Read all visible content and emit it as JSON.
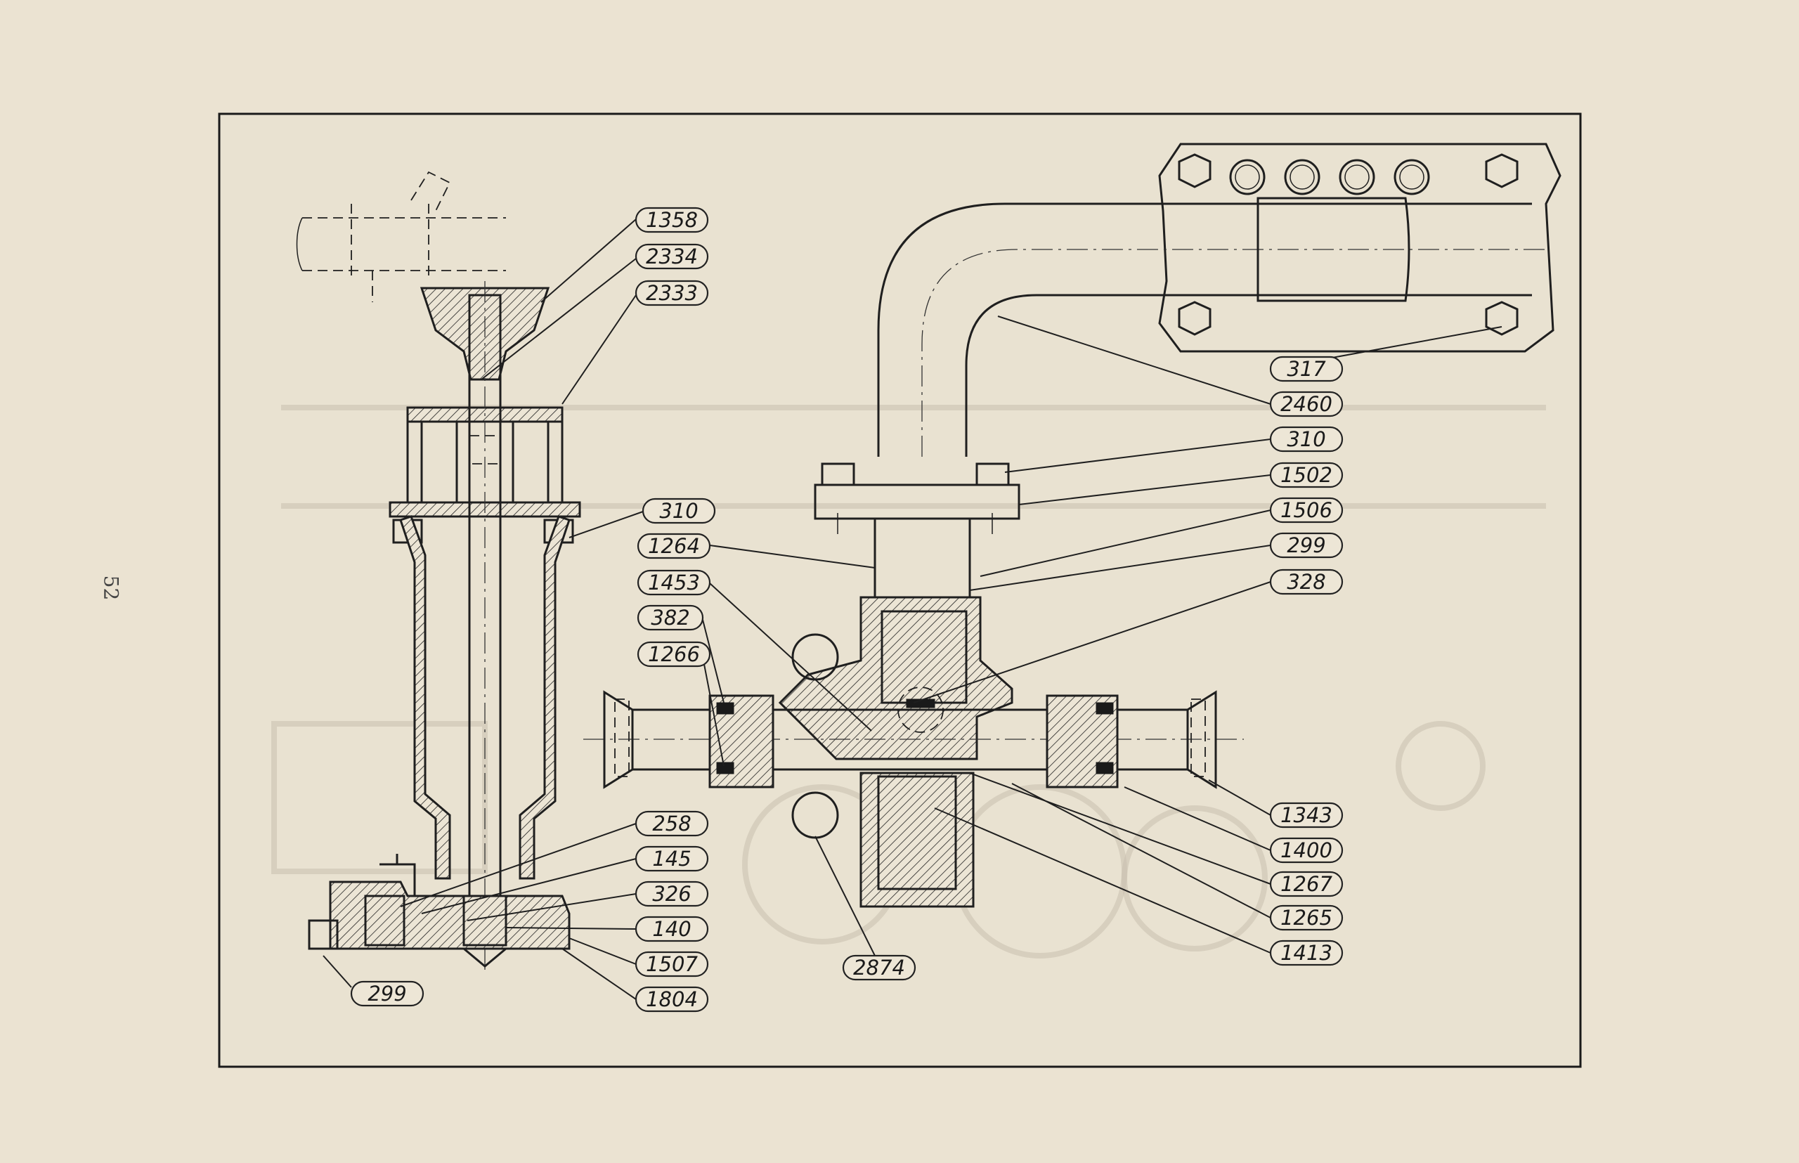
{
  "page": {
    "number": "52"
  },
  "figure": {
    "callouts": [
      {
        "id": "label-1358",
        "text": "1358"
      },
      {
        "id": "label-2334",
        "text": "2334"
      },
      {
        "id": "label-2333",
        "text": "2333"
      },
      {
        "id": "label-310-left",
        "text": "310"
      },
      {
        "id": "label-1264",
        "text": "1264"
      },
      {
        "id": "label-1453",
        "text": "1453"
      },
      {
        "id": "label-382",
        "text": "382"
      },
      {
        "id": "label-1266",
        "text": "1266"
      },
      {
        "id": "label-258",
        "text": "258"
      },
      {
        "id": "label-145",
        "text": "145"
      },
      {
        "id": "label-326",
        "text": "326"
      },
      {
        "id": "label-140",
        "text": "140"
      },
      {
        "id": "label-1507",
        "text": "1507"
      },
      {
        "id": "label-1804",
        "text": "1804"
      },
      {
        "id": "label-299-left",
        "text": "299"
      },
      {
        "id": "label-2874",
        "text": "2874"
      },
      {
        "id": "label-317",
        "text": "317"
      },
      {
        "id": "label-2460",
        "text": "2460"
      },
      {
        "id": "label-310-right",
        "text": "310"
      },
      {
        "id": "label-1502",
        "text": "1502"
      },
      {
        "id": "label-1506",
        "text": "1506"
      },
      {
        "id": "label-299-right",
        "text": "299"
      },
      {
        "id": "label-328",
        "text": "328"
      },
      {
        "id": "label-1343",
        "text": "1343"
      },
      {
        "id": "label-1400",
        "text": "1400"
      },
      {
        "id": "label-1267",
        "text": "1267"
      },
      {
        "id": "label-1265",
        "text": "1265"
      },
      {
        "id": "label-1413",
        "text": "1413"
      }
    ]
  }
}
